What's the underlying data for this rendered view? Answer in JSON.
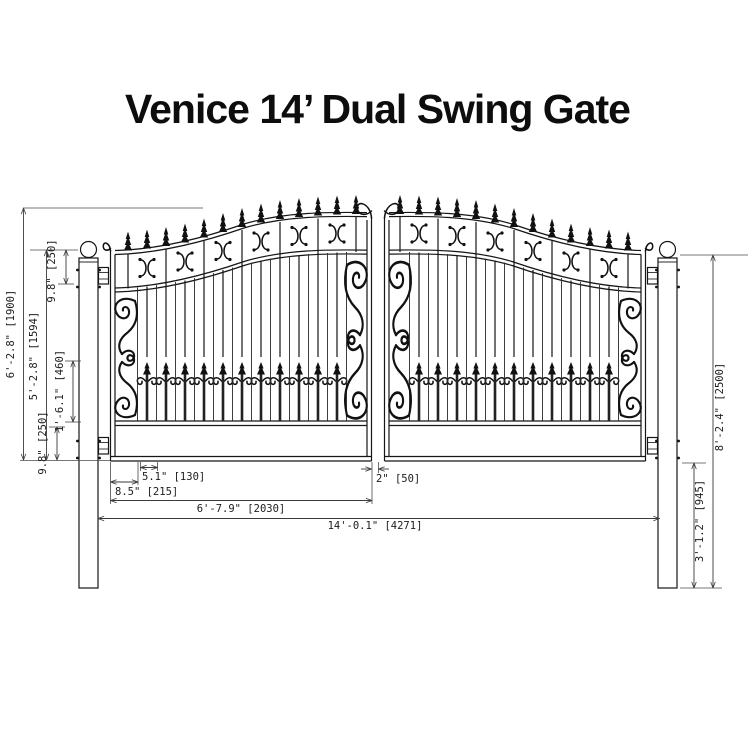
{
  "title": "Venice 14’ Dual Swing Gate",
  "dims": {
    "overall_height": "6'-2.8\" [1900]",
    "leaf_height": "5'-2.8\" [1594]",
    "top_section": "9.8\" [250]",
    "mid_section": "1'-6.1\" [460]",
    "bottom_section": "9.8\" [250]",
    "picket_gap": "5.1\" [130]",
    "hinge_offset": "8.5\" [215]",
    "leaf_width": "6'-7.9\" [2030]",
    "center_gap": "2\" [50]",
    "opening_width": "14'-0.1\" [4271]",
    "post_height": "8'-2.4\" [2500]",
    "post_buried": "3'-1.2\" [945]"
  },
  "colors": {
    "line": "#161616",
    "dimension": "#3a3a3a",
    "background": "#ffffff"
  }
}
